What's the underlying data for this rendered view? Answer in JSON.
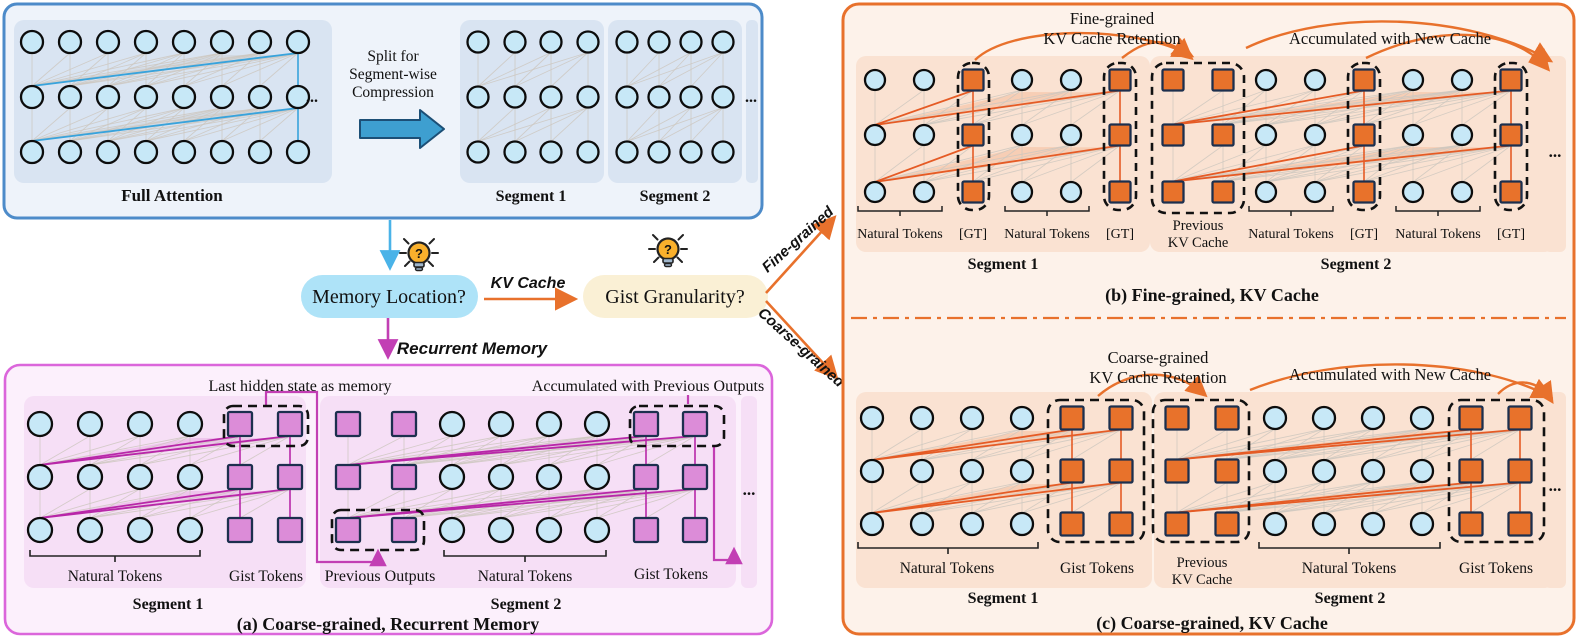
{
  "colors": {
    "blue_border": "#4D8BC9",
    "blue_bg": "#EEF3FA",
    "blue_panel": "#D9E4F2",
    "node_blue": "#C7E8F7",
    "node_border": "#0C0C0C",
    "gray_line": "#CDC7BF",
    "blue_accent": "#38A3DC",
    "sky_arrow": "#4AB3E8",
    "split_text": "#2E6E9E",
    "pink_border": "#DB66DB",
    "pink_bg": "#FCF0FC",
    "pink_panel": "#F6DFF6",
    "square_pink": "#DC8CD8",
    "square_border": "#1C2F4E",
    "magenta_line": "#B827A8",
    "magenta_text": "#BC3FBC",
    "magenta_strong": "#B5179E",
    "orange": "#E8712C",
    "orange_bg": "#FDF2EA",
    "orange_panel": "#FAE2D2",
    "square_orange": "#E8722B",
    "orange_line": "#E55B25",
    "memory_pill": "#AEE3F8",
    "gist_pill": "#FAF0D5",
    "bulb": "#F9B02C"
  },
  "top_panel": {
    "full_attention": "Full Attention",
    "split_lines": [
      "Split for",
      "Segment-wise",
      "Compression"
    ],
    "segment1": "Segment 1",
    "segment2": "Segment 2",
    "ellipsis": "..."
  },
  "decision": {
    "memory_location": "Memory Location?",
    "gist_granularity": "Gist Granularity?",
    "kv_cache": "KV Cache",
    "recurrent_memory": "Recurrent Memory",
    "fine_grained": "Fine-grained",
    "coarse_grained": "Coarse-grained",
    "bulb_glyph": "?"
  },
  "panel_a": {
    "caption": "(a) Coarse-grained, Recurrent Memory",
    "last_hidden": "Last hidden state as memory",
    "accumulated": "Accumulated with Previous Outputs",
    "previous_outputs": "Previous Outputs",
    "natural_tokens": "Natural Tokens",
    "gist_tokens": "Gist Tokens",
    "segment1": "Segment 1",
    "segment2": "Segment 2",
    "ellipsis": "..."
  },
  "panel_b": {
    "caption": "(b) Fine-grained, KV Cache",
    "retention_lines": [
      "Fine-grained",
      "KV Cache Retention"
    ],
    "accumulated": "Accumulated with New Cache",
    "previous_lines": [
      "Previous",
      "KV Cache"
    ],
    "natural_tokens": "Natural Tokens",
    "gt": "[GT]",
    "segment1": "Segment 1",
    "segment2": "Segment 2",
    "ellipsis": "..."
  },
  "panel_c": {
    "caption": "(c) Coarse-grained, KV Cache",
    "retention_lines": [
      "Coarse-grained",
      "KV Cache Retention"
    ],
    "accumulated": "Accumulated with New Cache",
    "previous_lines": [
      "Previous",
      "KV Cache"
    ],
    "natural_tokens": "Natural Tokens",
    "gist_tokens": "Gist Tokens",
    "segment1": "Segment 1",
    "segment2": "Segment 2",
    "ellipsis": "..."
  }
}
